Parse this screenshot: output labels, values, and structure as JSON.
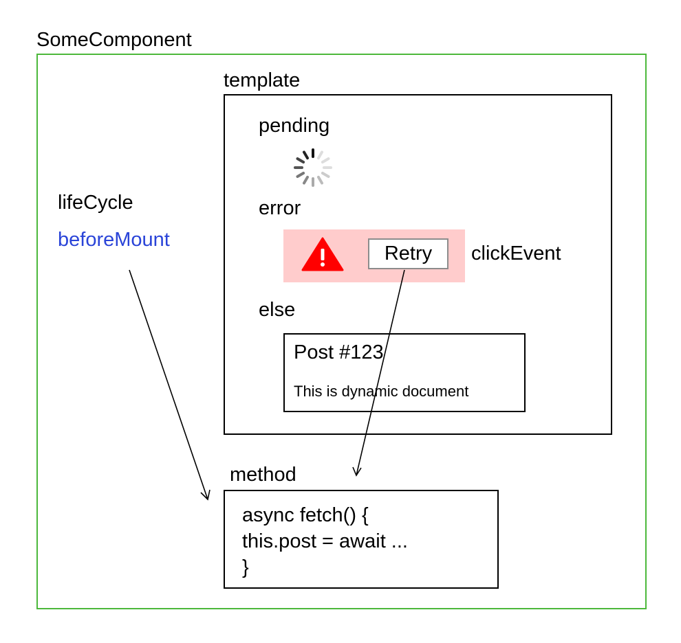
{
  "component": {
    "title": "SomeComponent"
  },
  "lifecycle": {
    "label": "lifeCycle",
    "hook": "beforeMount",
    "hook_color": "#2a44d8"
  },
  "template": {
    "title": "template",
    "pending_label": "pending",
    "error_label": "error",
    "retry_label": "Retry",
    "click_label": "clickEvent",
    "else_label": "else",
    "post_title": "Post #123",
    "post_body": "This is dynamic document"
  },
  "method": {
    "title": "method",
    "code_lines": [
      "async fetch() {",
      "this.post = await ...",
      "}"
    ]
  },
  "colors": {
    "component_border": "#4cb83b",
    "error_bg": "#ffcccc",
    "warning": "#ff0000"
  }
}
